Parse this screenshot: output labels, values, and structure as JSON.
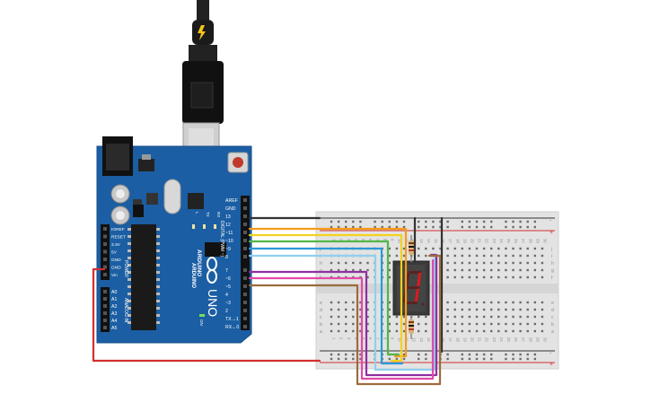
{
  "board": {
    "brand": "ARDUINO",
    "model": "UNO",
    "on_label": "ON",
    "header_top_labels": [
      "AREF",
      "GND",
      "13",
      "12",
      "~11",
      "~10",
      "~9",
      "8",
      "7",
      "~6",
      "~5",
      "4",
      "~3",
      "2",
      "TX→1",
      "RX←0"
    ],
    "digital_label": "DIGITAL (PWM ~)",
    "power_header_labels": [
      "IOREF",
      "RESET",
      "3.3V",
      "5V",
      "GND",
      "GND",
      "Vin"
    ],
    "power_label": "POWER",
    "analog_header_labels": [
      "A0",
      "A1",
      "A2",
      "A3",
      "A4",
      "A5"
    ],
    "analog_label": "ANALOG IN",
    "led_labels": [
      "L",
      "TX",
      "RX"
    ]
  },
  "breadboard": {
    "row_letters_top": [
      "j",
      "i",
      "h",
      "g",
      "f"
    ],
    "row_letters_bottom": [
      "e",
      "d",
      "c",
      "b",
      "a"
    ],
    "column_numbers": [
      "1",
      "2",
      "3",
      "4",
      "5",
      "6",
      "7",
      "8",
      "9",
      "10",
      "11",
      "12",
      "13",
      "14",
      "15",
      "16",
      "17",
      "18",
      "19",
      "20",
      "21",
      "22",
      "23",
      "24",
      "25",
      "26",
      "27",
      "28",
      "29",
      "30"
    ],
    "rail_plus": "+",
    "rail_minus": "-"
  },
  "display": {
    "digit": "1"
  },
  "colors": {
    "board": "#1b5ea3",
    "breadboard": "#e3e3e3",
    "wire_gnd": "#333333",
    "wire_13": "#f49b1b",
    "wire_12": "#f2d21e",
    "wire_11": "#4fb748",
    "wire_10": "#2b9ad6",
    "wire_9": "#8fd0f0",
    "wire_7": "#8e2fa0",
    "wire_6": "#e24aa8",
    "wire_5": "#9c6b3c",
    "wire_vin": "#d32f2f",
    "segment_on": "#e0181b"
  }
}
